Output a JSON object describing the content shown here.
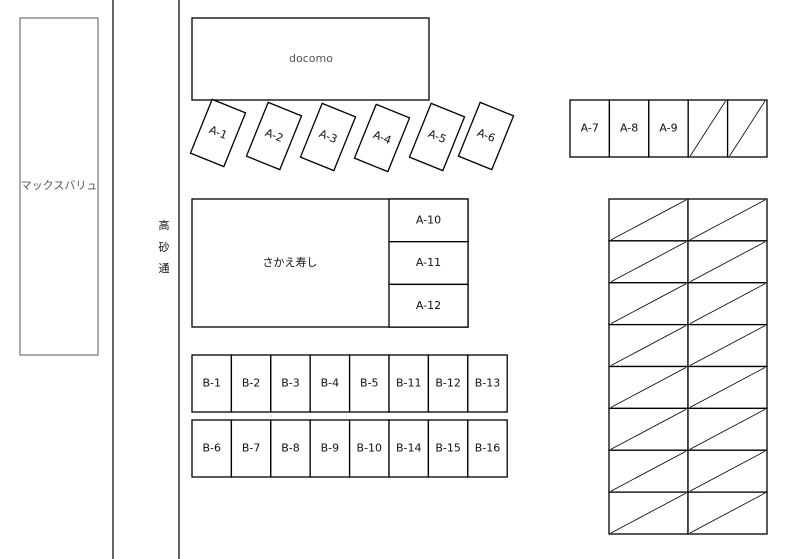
{
  "stores": {
    "maxvalu": "マックスバリュ",
    "docomo": "docomo",
    "sakae_sushi": "さかえ寿し"
  },
  "road": {
    "name_chars": [
      "高",
      "砂",
      "通"
    ]
  },
  "spaces": {
    "angled_row": [
      "A-1",
      "A-2",
      "A-3",
      "A-4",
      "A-5",
      "A-6"
    ],
    "right_row": [
      "A-7",
      "A-8",
      "A-9",
      "",
      ""
    ],
    "sushi_side": [
      "A-10",
      "A-11",
      "A-12"
    ],
    "b_row_1": [
      "B-1",
      "B-2",
      "B-3",
      "B-4",
      "B-5",
      "B-11",
      "B-12",
      "B-13"
    ],
    "b_row_2": [
      "B-6",
      "B-7",
      "B-8",
      "B-9",
      "B-10",
      "B-14",
      "B-15",
      "B-16"
    ]
  },
  "unavailable_grid": {
    "rows": 8,
    "cols": 2
  }
}
